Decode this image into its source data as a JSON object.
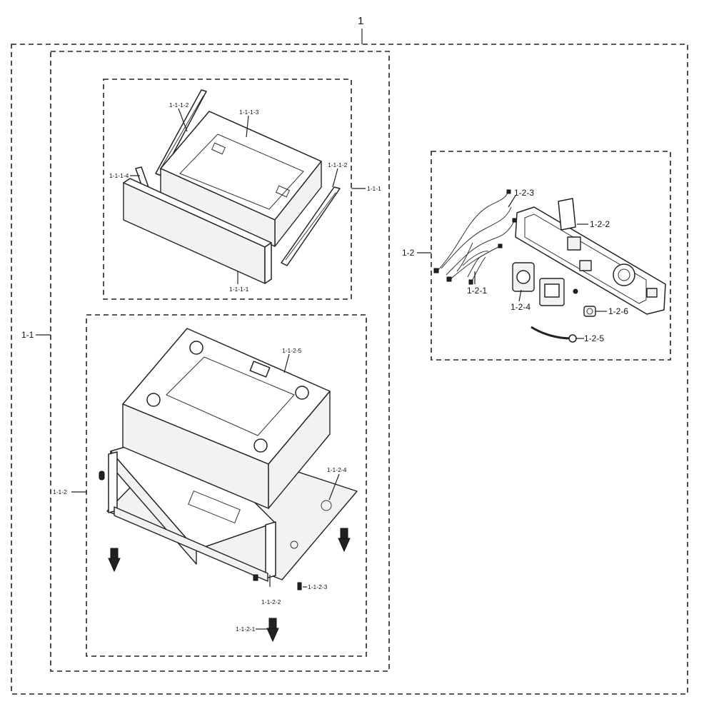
{
  "labels": {
    "root": "1",
    "assembly_1_1": "1-1",
    "assembly_1_2": "1-2",
    "drawer_assembly": "1-1-1",
    "drawer_front": "1-1-1-1",
    "drawer_rail_left": "1-1-1-2",
    "drawer_rail_right": "1-1-1-2",
    "drawer_tray": "1-1-1-3",
    "drawer_bracket": "1-1-1-4",
    "pedestal_assembly": "1-1-2",
    "pedestal_screw": "1-1-2-1",
    "pedestal_foot": "1-1-2-2",
    "pedestal_small_screw": "1-1-2-3",
    "pedestal_base_plate": "1-1-2-4",
    "pedestal_top_frame": "1-1-2-5",
    "wire_harness": "1-2-1",
    "bracket_mount": "1-2-2",
    "control_panel_plate": "1-2-3",
    "valve": "1-2-4",
    "hose": "1-2-5",
    "connector": "1-2-6"
  }
}
